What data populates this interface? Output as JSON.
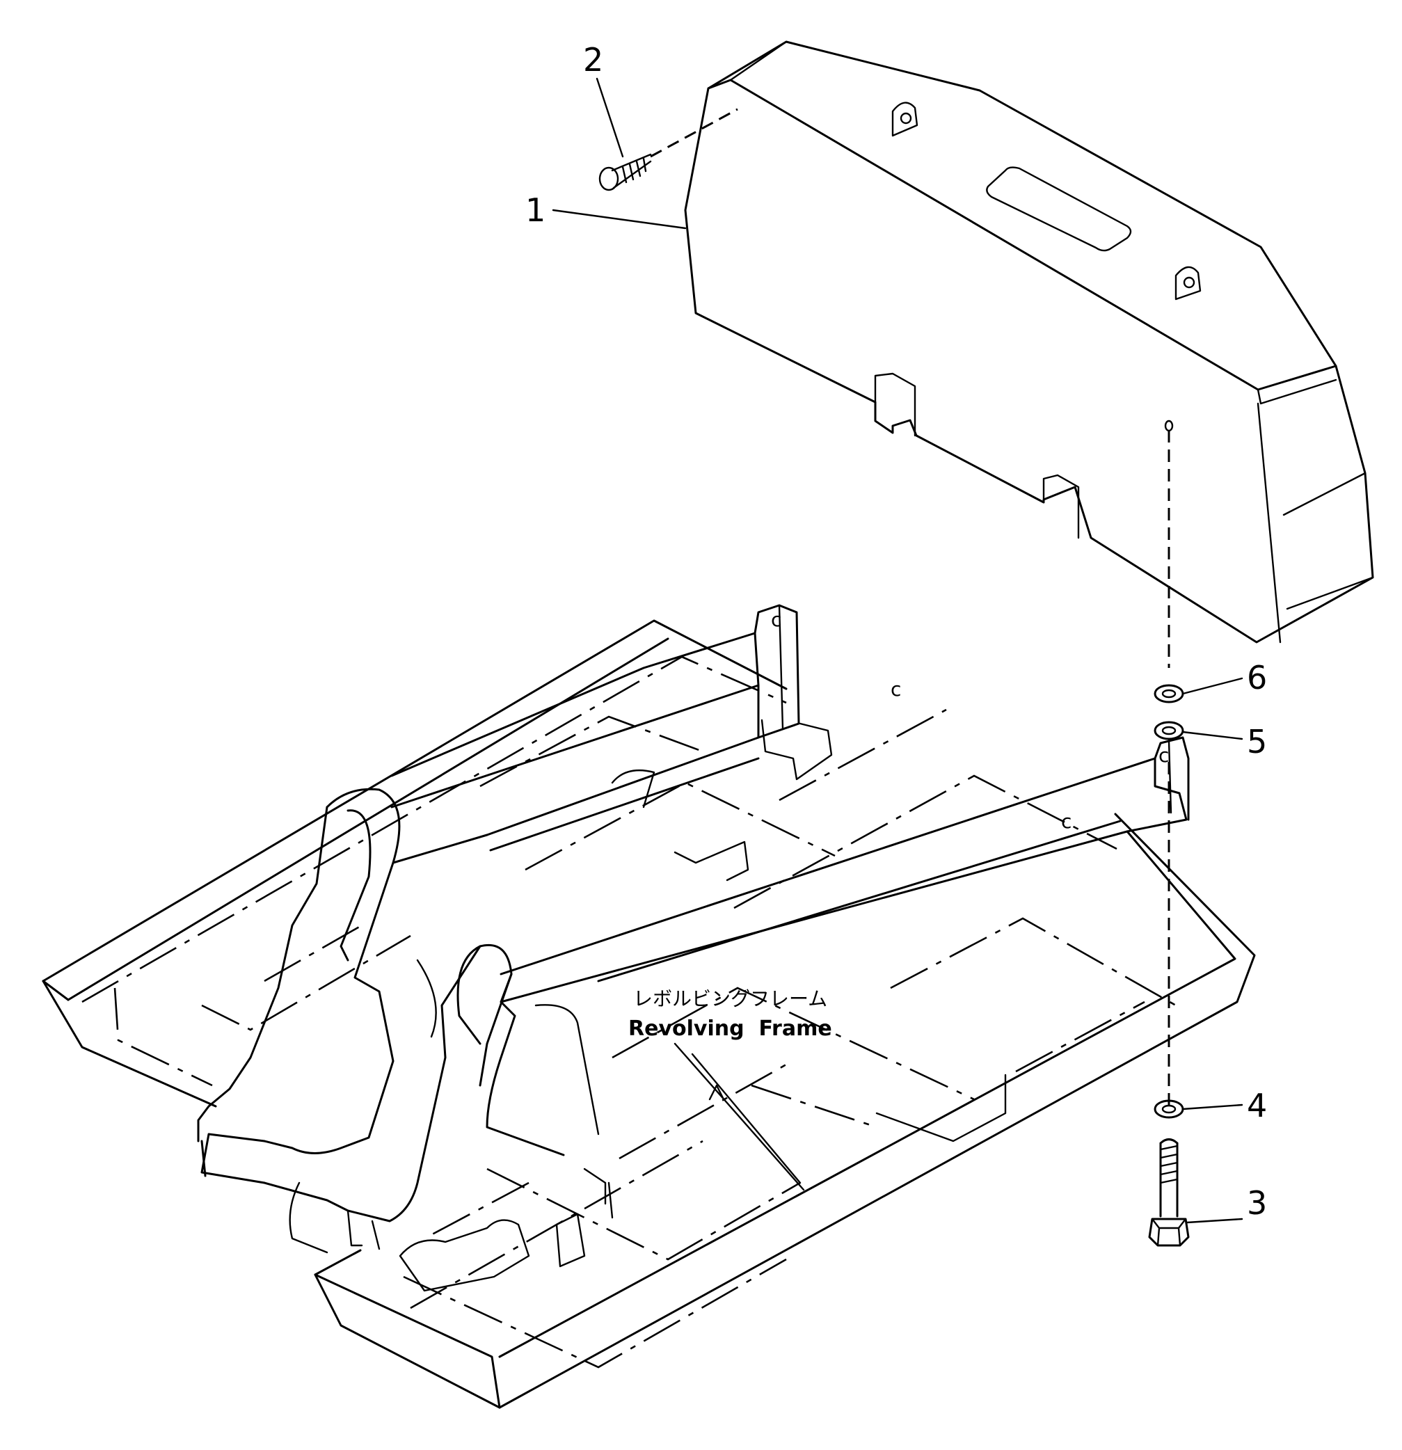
{
  "callouts": [
    {
      "id": "1",
      "label": "1"
    },
    {
      "id": "2",
      "label": "2"
    },
    {
      "id": "3",
      "label": "3"
    },
    {
      "id": "4",
      "label": "4"
    },
    {
      "id": "5",
      "label": "5"
    },
    {
      "id": "6",
      "label": "6"
    }
  ],
  "frame_label": {
    "jp": "レボルビングフレーム",
    "en": "Revolving  Frame"
  }
}
